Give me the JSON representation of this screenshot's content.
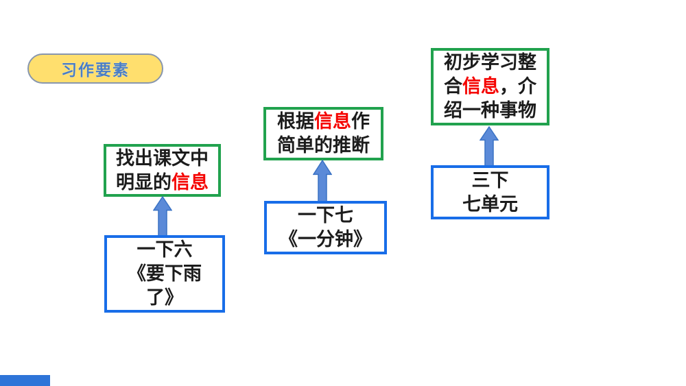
{
  "badge": {
    "label": "习作要素"
  },
  "colors": {
    "green_border": "#21a24e",
    "blue_border": "#186de8",
    "arrow_fill": "#5b8ad8",
    "arrow_stroke": "#3a72c4",
    "highlight_red": "#f50300",
    "text_black": "#1c1c1c",
    "badge_fill": "#ffdf6e",
    "badge_border": "#8796ae",
    "badge_text": "#4a7ec5",
    "decoration_blue": "#2e74d8",
    "background": "#ffffff"
  },
  "columns": [
    {
      "top_box": {
        "lines": [
          [
            {
              "t": "找出课文中"
            }
          ],
          [
            {
              "t": "明显的"
            },
            {
              "t": "信息",
              "red": true
            }
          ]
        ]
      },
      "bottom_box": {
        "lines": [
          [
            {
              "t": "一下六"
            }
          ],
          [
            {
              "t": "《要下雨"
            }
          ],
          [
            {
              "t": "了》"
            }
          ]
        ]
      }
    },
    {
      "top_box": {
        "lines": [
          [
            {
              "t": "根据"
            },
            {
              "t": "信息",
              "red": true
            },
            {
              "t": "作"
            }
          ],
          [
            {
              "t": "简单的推断"
            }
          ]
        ]
      },
      "bottom_box": {
        "lines": [
          [
            {
              "t": "一下七"
            }
          ],
          [
            {
              "t": "《一分钟》"
            }
          ]
        ]
      }
    },
    {
      "top_box": {
        "lines": [
          [
            {
              "t": "初步学习整"
            }
          ],
          [
            {
              "t": "合"
            },
            {
              "t": "信息",
              "red": true
            },
            {
              "t": "，介"
            }
          ],
          [
            {
              "t": "绍一种事物"
            }
          ]
        ]
      },
      "bottom_box": {
        "lines": [
          [
            {
              "t": "三下"
            }
          ],
          [
            {
              "t": "七单元"
            }
          ]
        ]
      }
    }
  ]
}
